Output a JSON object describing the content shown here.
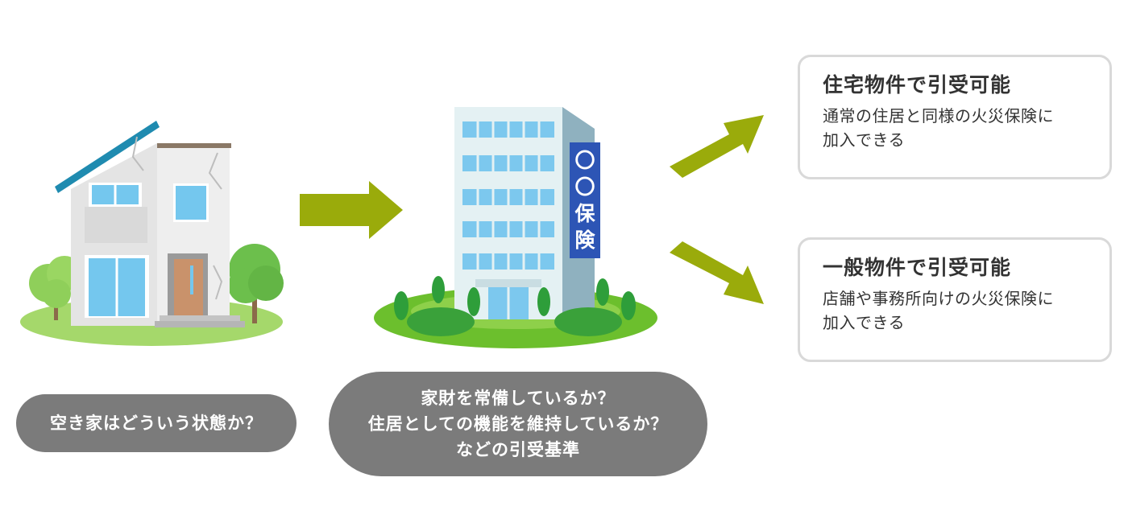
{
  "left_caption": "空き家はどういう状態か？",
  "middle_caption": {
    "line1": "家財を常備しているか？",
    "line2": "住居としての機能を維持しているか？",
    "line3": "などの引受基準"
  },
  "building_sign": {
    "line1": "〇",
    "line2": "〇",
    "line3": "保",
    "line4": "険"
  },
  "results": [
    {
      "title": "住宅物件で引受可能",
      "desc_line1": "通常の住居と同様の火災保険に",
      "desc_line2": "加入できる"
    },
    {
      "title": "一般物件で引受可能",
      "desc_line1": "店舗や事務所向けの火災保険に",
      "desc_line2": "加入できる"
    }
  ],
  "colors": {
    "arrow": "#9aab0b",
    "pill": "#7b7b7b",
    "sign": "#2d55b5",
    "box_border": "#d9d9d9"
  },
  "icons": [
    "house-illustration",
    "insurance-building-illustration",
    "right-arrow-icon",
    "up-right-arrow-icon",
    "down-right-arrow-icon"
  ]
}
